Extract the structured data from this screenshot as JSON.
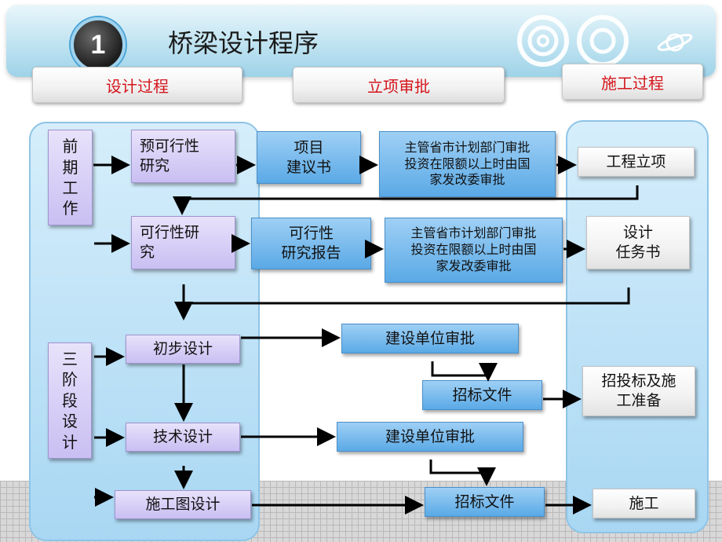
{
  "header": {
    "badge_number": "1",
    "title": "桥梁设计程序"
  },
  "columns": {
    "design": "设计过程",
    "approval": "立项审批",
    "construction": "施工过程"
  },
  "boxes": {
    "early_work": "前\n期\n工\n作",
    "pre_feasibility": "预可行性\n研究",
    "project_proposal": "项目\n建议书",
    "approval_1": "主管省市计划部门审批\n投资在限额以上时由国\n家发改委审批",
    "project_setup": "工程立项",
    "feasibility": "可行性研\n究",
    "feasibility_report": "可行性\n研究报告",
    "approval_2": "主管省市计划部门审批\n投资在限额以上时由国\n家发改委审批",
    "design_task": "设计\n任务书",
    "three_stage": "三\n阶\n段\n设\n计",
    "preliminary_design": "初步设计",
    "owner_approval_1": "建设单位审批",
    "tender_doc_1": "招标文件",
    "bid_prep": "招投标及施\n工准备",
    "technical_design": "技术设计",
    "owner_approval_2": "建设单位审批",
    "construction_drawing": "施工图设计",
    "tender_doc_2": "招标文件",
    "construction": "施工"
  },
  "colors": {
    "column_header_text": "#d4151b",
    "design_box": "#c9bff2",
    "approval_box": "#5aa9e6",
    "panel": "#a9d7f3",
    "arrow": "#000000"
  },
  "icons": [
    "number-badge",
    "target-rings-decoration",
    "planet-decoration"
  ]
}
